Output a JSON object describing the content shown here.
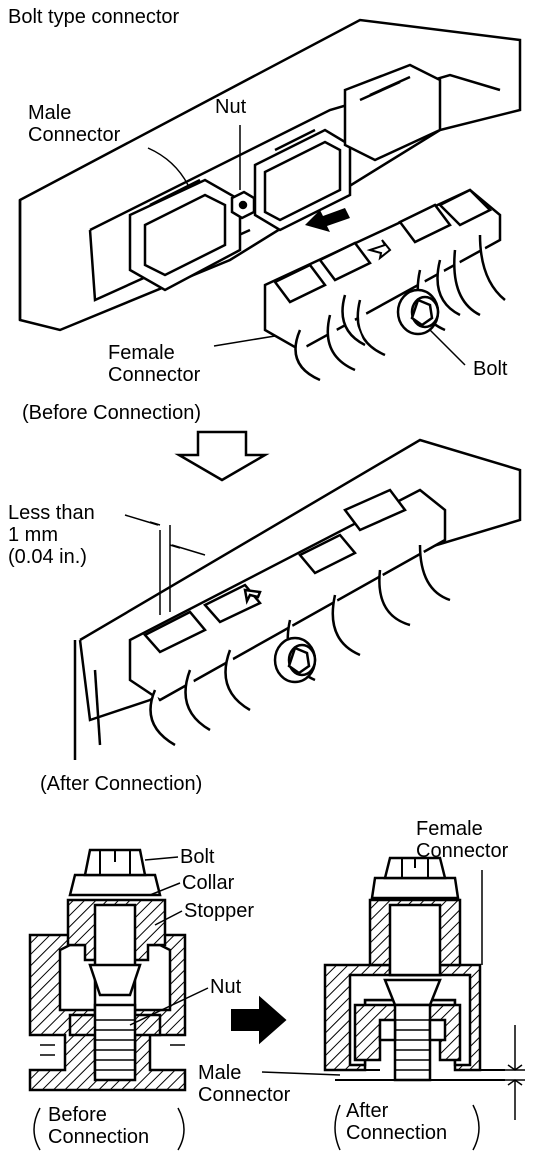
{
  "title": "Bolt type connector",
  "top_view": {
    "male_connector": [
      "Male",
      "Connector"
    ],
    "nut": "Nut",
    "female_connector": [
      "Female",
      "Connector"
    ],
    "bolt": "Bolt",
    "caption": "(Before Connection)"
  },
  "middle_view": {
    "gap_note": [
      "Less than",
      "1 mm",
      "(0.04 in.)"
    ],
    "caption": "(After Connection)"
  },
  "section_view": {
    "bolt": "Bolt",
    "collar": "Collar",
    "stopper": "Stopper",
    "nut": "Nut",
    "male_connector": [
      "Male",
      "Connector"
    ],
    "female_connector": [
      "Female",
      "Connector"
    ],
    "caption_before": [
      "Before",
      "Connection"
    ],
    "caption_after": [
      "After",
      "Connection"
    ]
  },
  "colors": {
    "ink": "#000000",
    "paper": "#ffffff"
  }
}
